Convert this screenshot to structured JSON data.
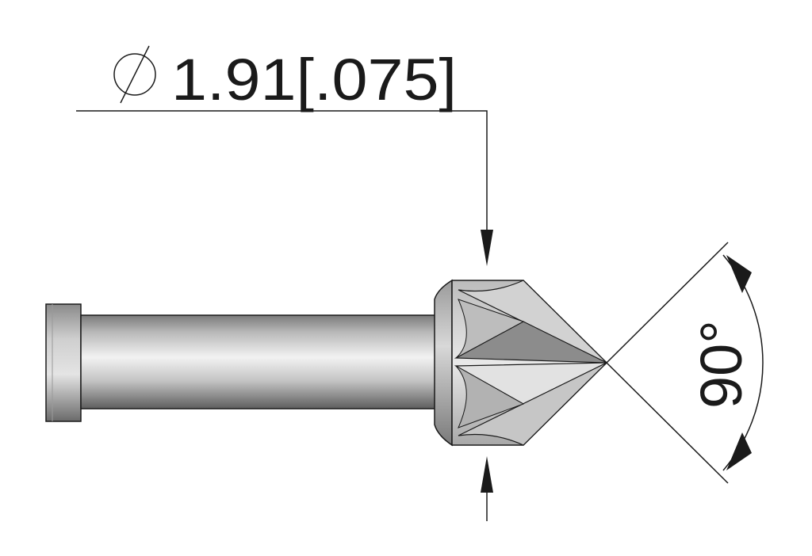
{
  "diagram": {
    "diameter_symbol": "Ø",
    "diameter_value": "1.91[.075]",
    "angle_value": "90°"
  },
  "colors": {
    "line": "#1a1a1a",
    "metal_light": "#e6e6e6",
    "metal_mid": "#bdbdbd",
    "metal_dark": "#6e6e6e",
    "facet_dark": "#8a8a8a",
    "facet_light": "#dcdcdc"
  }
}
